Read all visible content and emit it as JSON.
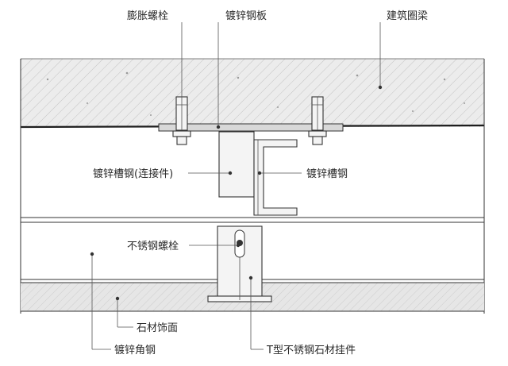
{
  "labels": {
    "expansion_bolt": "膨胀螺栓",
    "galvanized_plate": "镀锌钢板",
    "ring_beam": "建筑圈梁",
    "channel_connector": "镀锌槽钢(连接件)",
    "channel_steel": "镀锌槽钢",
    "stainless_bolt": "不锈钢螺栓",
    "stone_facing": "石材饰面",
    "angle_steel": "镀锌角钢",
    "t_hanger": "T型不锈钢石材挂件"
  },
  "colors": {
    "concrete_fill": "#e9e9e9",
    "hatch": "#b5b5b5",
    "line": "#333333",
    "stone_fill": "#e4e4e4"
  }
}
